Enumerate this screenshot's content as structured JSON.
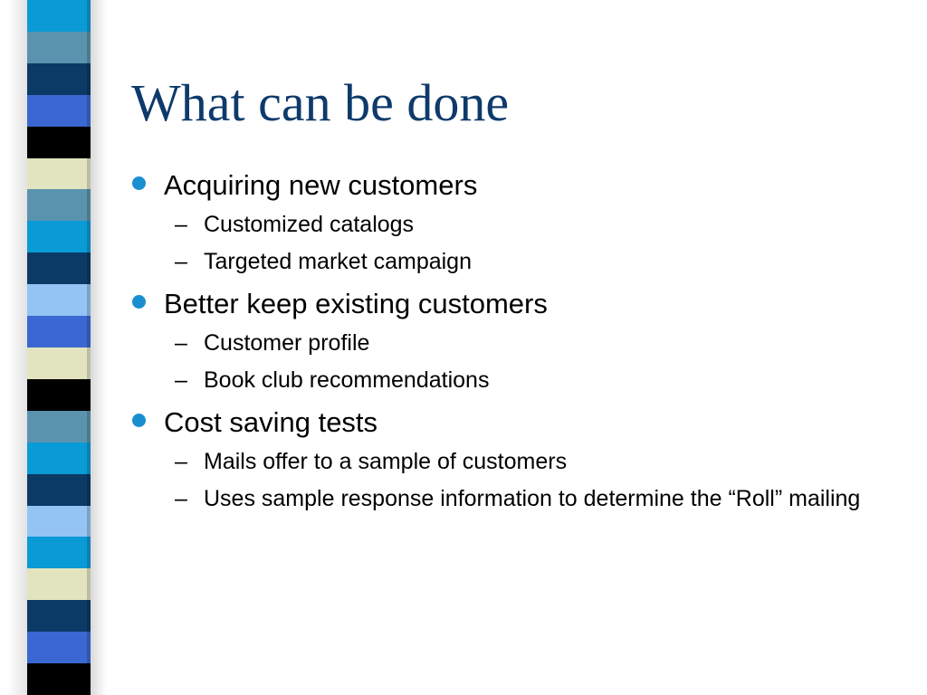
{
  "slide": {
    "title": "What can be done",
    "bullets": [
      {
        "text": "Acquiring new customers",
        "sub": [
          "Customized catalogs",
          "Targeted market campaign"
        ]
      },
      {
        "text": "Better keep existing customers",
        "sub": [
          "Customer profile",
          "Book club recommendations"
        ]
      },
      {
        "text": "Cost saving tests",
        "sub": [
          "Mails offer to a sample of customers",
          "Uses sample response information to determine the “Roll” mailing"
        ]
      }
    ],
    "dash_glyph": "–"
  },
  "colors": {
    "title": "#0e3a6b",
    "bullet": "#1a8fd0",
    "stripes": [
      "#0a9ad6",
      "#5a93ad",
      "#0b3a66",
      "#3a67d1",
      "#000000",
      "#e2e4bf",
      "#5a93ad",
      "#0a9ad6",
      "#0b3a66",
      "#93c4f4",
      "#3a67d1",
      "#e2e4bf",
      "#000000",
      "#5a93ad",
      "#0a9ad6",
      "#0b3a66",
      "#93c4f4",
      "#0a9ad6",
      "#e2e4bf",
      "#0b3a66",
      "#3a67d1",
      "#000000"
    ]
  }
}
